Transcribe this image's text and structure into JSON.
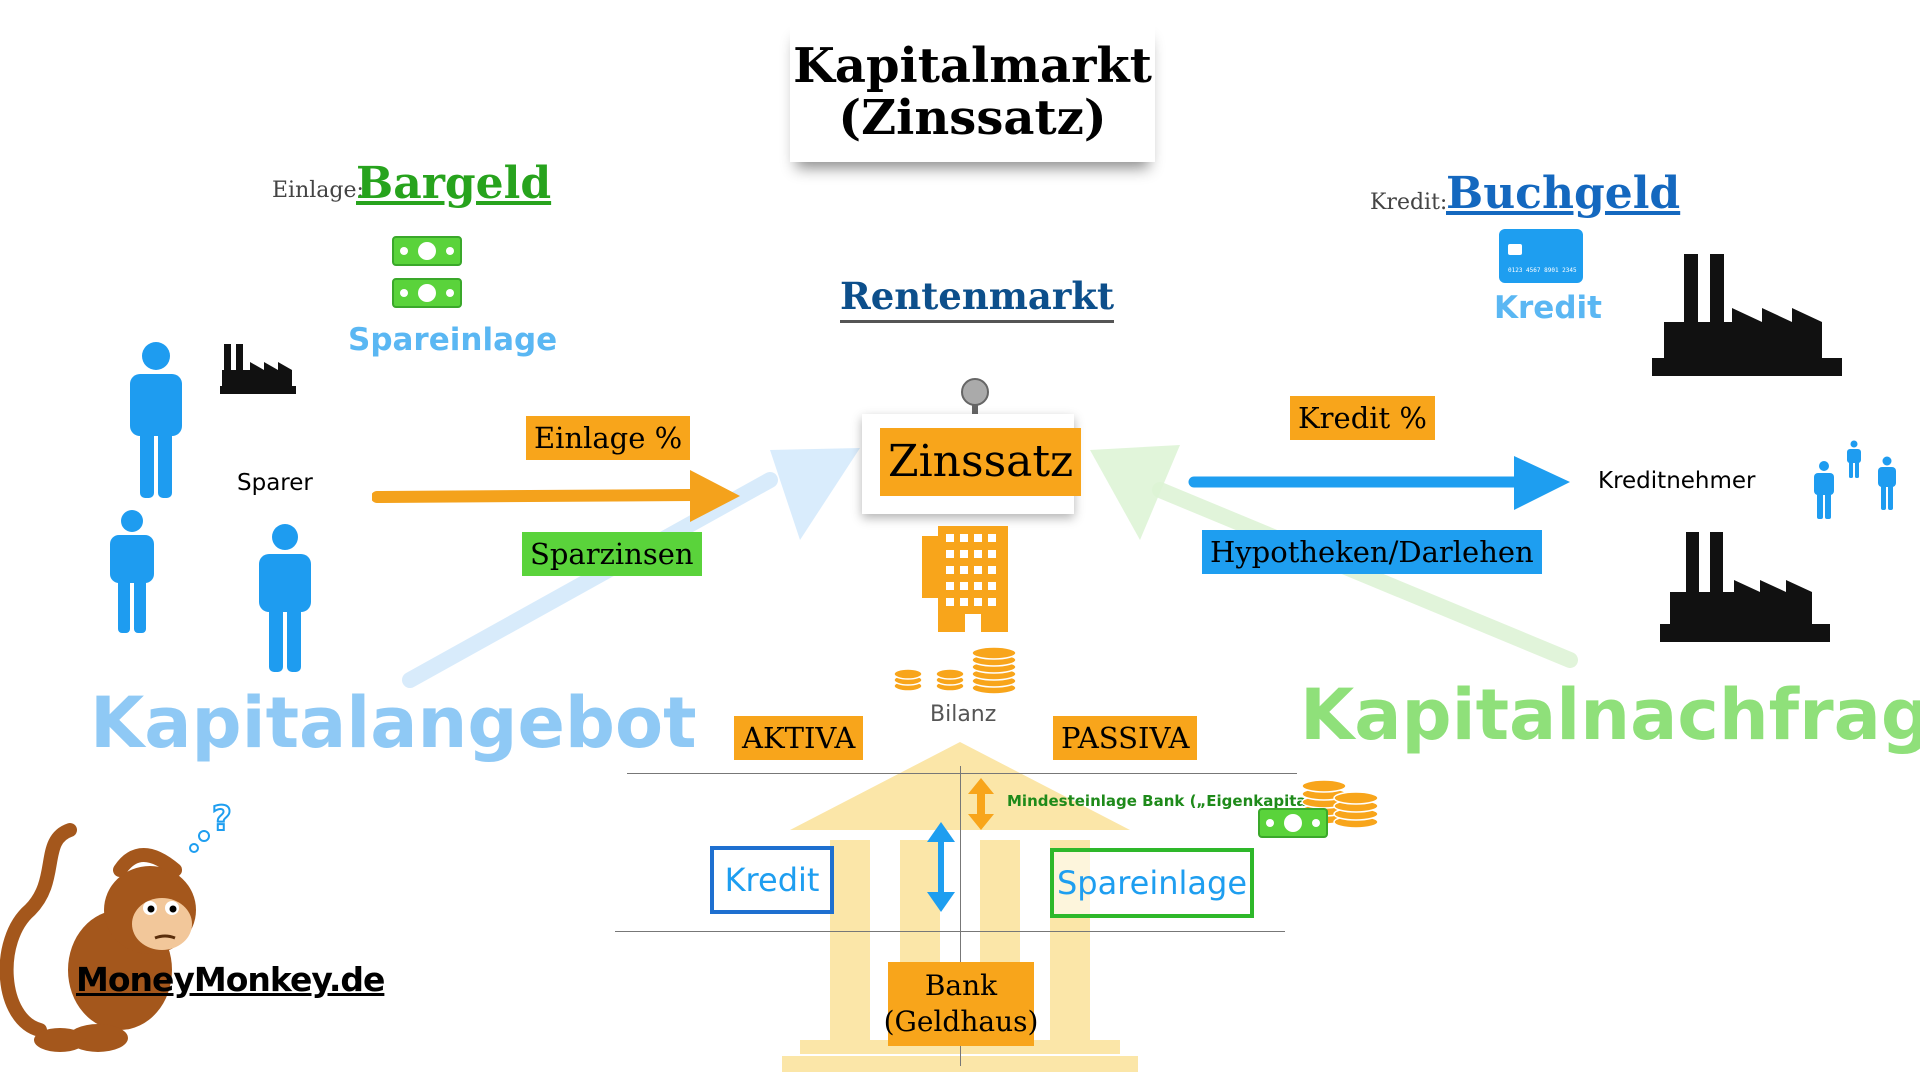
{
  "title": {
    "line1": "Kapitalmarkt",
    "line2": "(Zinssatz)"
  },
  "left": {
    "prefix": "Einlage:",
    "money_type": "Bargeld",
    "deposit_label": "Spareinlage",
    "saver_label": "Sparer",
    "rate_label": "Einlage %",
    "interest_label": "Sparzinsen",
    "supply_label": "Kapitalangebot"
  },
  "center": {
    "market_label": "Rentenmarkt",
    "rate_box": "Zinssatz",
    "balance_label": "Bilanz",
    "aktiva": "AKTIVA",
    "passiva": "PASSIVA",
    "min_deposit": "Mindesteinlage Bank („Eigenkapital“)",
    "kredit_box": "Kredit",
    "spareinlage_box": "Spareinlage",
    "bank_line1": "Bank",
    "bank_line2": "(Geldhaus)"
  },
  "right": {
    "prefix": "Kredit:",
    "money_type": "Buchgeld",
    "card_label": "Kredit",
    "card_number": "0123 4567 8901 2345",
    "rate_label": "Kredit %",
    "loan_label": "Hypotheken/Darlehen",
    "borrower_label": "Kreditnehmer",
    "demand_label": "Kapitalnachfrage"
  },
  "brand": {
    "name": "MoneyMonkey.de",
    "question_mark": "?"
  },
  "colors": {
    "orange": "#f8a51b",
    "green": "#5ad33b",
    "blue": "#1e9ef0",
    "dark_blue": "#0d4f8b",
    "light_blue_text": "#8fc9f5",
    "light_green_text": "#8fe07a",
    "bank_building": "#fbe6a8"
  },
  "icons": [
    "person-icon",
    "factory-icon",
    "banknote-icon",
    "credit-card-icon",
    "office-building-icon",
    "coin-stack-icon",
    "pushpin-icon",
    "bank-building-icon",
    "monkey-mascot-icon"
  ]
}
